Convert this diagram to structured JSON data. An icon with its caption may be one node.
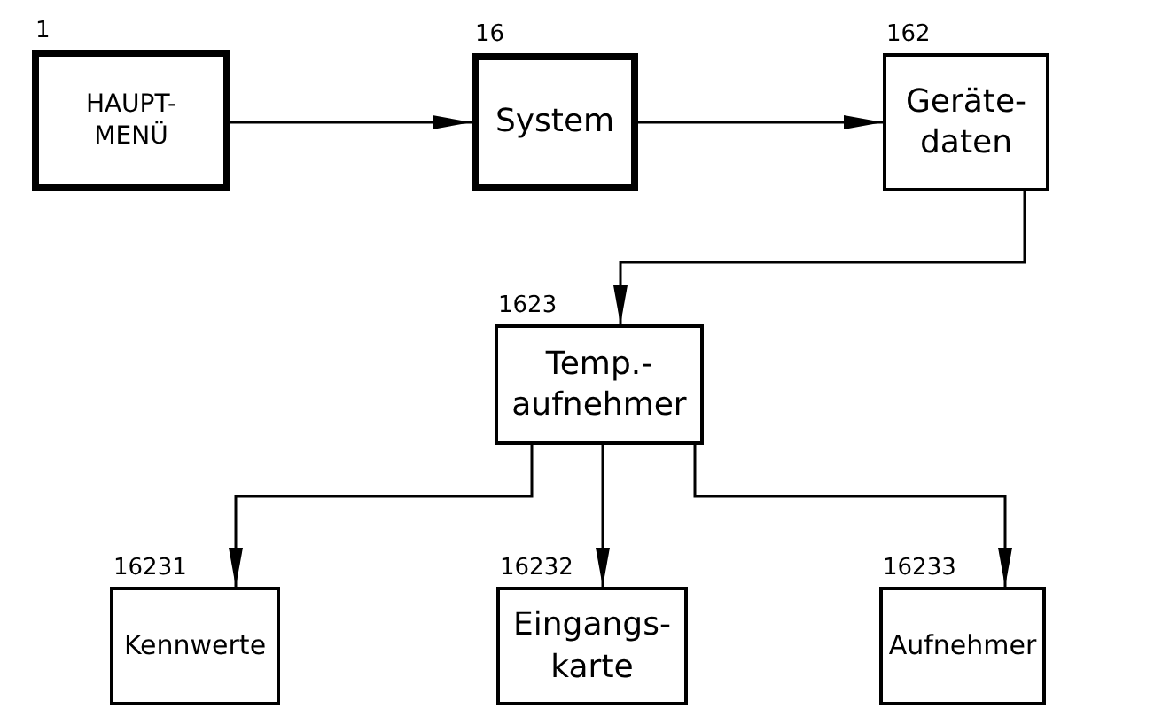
{
  "diagram": {
    "nodes": [
      {
        "text": [
          "HAUPT- MENÜ"
        ],
        "beside": [
          "1"
        ]
      },
      {
        "text": [
          "System"
        ],
        "beside": [
          "16"
        ]
      },
      {
        "text": [
          "Geräte- daten"
        ],
        "beside": [
          "162"
        ]
      },
      {
        "text": [
          "Temp.- aufnehmer"
        ],
        "beside": [
          "1623"
        ]
      },
      {
        "text": [
          "Kennwerte"
        ],
        "beside": [
          "16231"
        ]
      },
      {
        "text": [
          "Eingangs- karte"
        ],
        "beside": [
          "16232"
        ]
      },
      {
        "text": [
          "Aufnehmer"
        ],
        "beside": [
          "16233"
        ]
      }
    ],
    "edges": [
      {
        "from": 0,
        "to": 1,
        "arrow": "to"
      },
      {
        "from": 1,
        "to": 2,
        "arrow": "to"
      },
      {
        "from": 2,
        "to": 3,
        "arrow": "to"
      },
      {
        "from": 3,
        "to": 4,
        "arrow": "to"
      },
      {
        "from": 3,
        "to": 5,
        "arrow": "to"
      },
      {
        "from": 3,
        "to": 6,
        "arrow": "to"
      }
    ]
  }
}
